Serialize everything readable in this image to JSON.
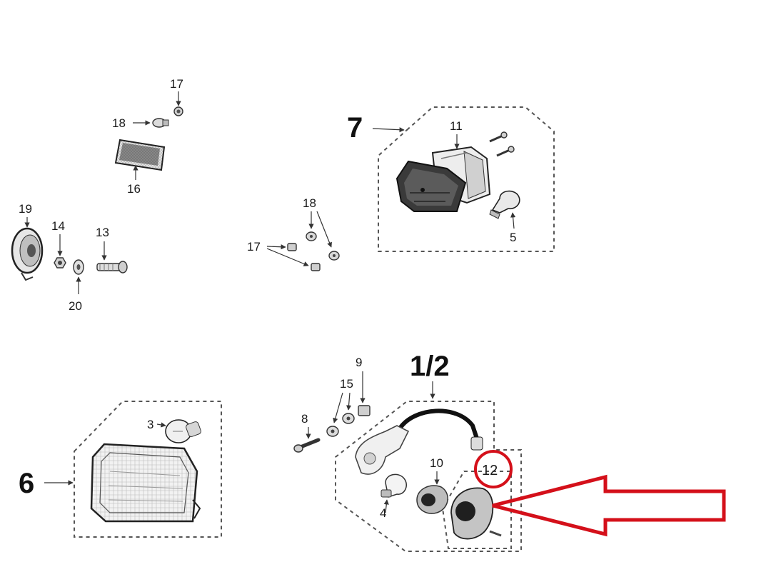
{
  "labels": {
    "l17a": "17",
    "l18a": "18",
    "l16": "16",
    "l19": "19",
    "l14": "14",
    "l13": "13",
    "l20": "20",
    "l7": "7",
    "l11": "11",
    "l5": "5",
    "l18b": "18",
    "l17b": "17",
    "l9": "9",
    "l12": "1/2",
    "l15": "15",
    "l8": "8",
    "l10": "10",
    "l12b": "12",
    "l4": "4",
    "l3": "3",
    "l6": "6"
  },
  "highlight": {
    "color": "#d4101a"
  },
  "colors": {
    "ink": "#333333",
    "dark": "#2a2a2a",
    "mid": "#8a8a8a",
    "light": "#d6d6d6"
  }
}
